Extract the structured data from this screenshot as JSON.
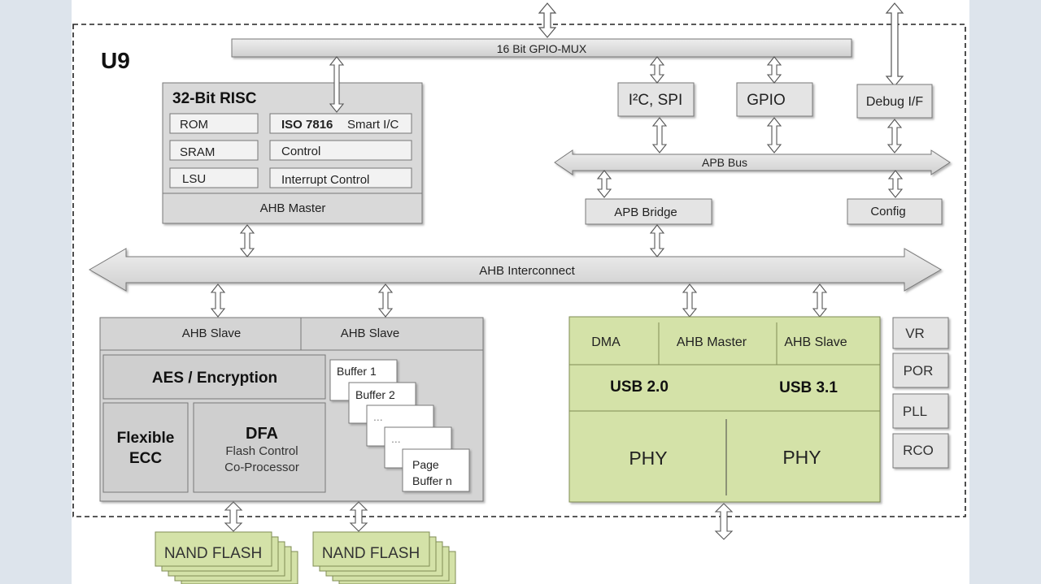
{
  "chip_label": "U9",
  "gpio_mux": "16 Bit GPIO-MUX",
  "risc": {
    "title": "32-Bit RISC",
    "rom": "ROM",
    "sram": "SRAM",
    "lsu": "LSU",
    "iso_bold": "ISO 7816",
    "iso_rest": "Smart I/C",
    "control": "Control",
    "interrupt": "Interrupt  Control",
    "ahb_master": "AHB Master"
  },
  "periph": {
    "i2c_spi": "I²C, SPI",
    "gpio": "GPIO",
    "debug": "Debug I/F",
    "apb_bus": "APB Bus",
    "apb_bridge": "APB Bridge",
    "config": "Config"
  },
  "interconnect": "AHB Interconnect",
  "flash_ctrl": {
    "slave1": "AHB Slave",
    "slave2": "AHB Slave",
    "aes": "AES / Encryption",
    "ecc_line1": "Flexible",
    "ecc_line2": "ECC",
    "dfa_title": "DFA",
    "dfa_line1": "Flash Control",
    "dfa_line2": "Co-Processor",
    "buffer1": "Buffer  1",
    "buffer2": "Buffer  2",
    "dots1": "...",
    "dots2": "...",
    "page_line1": "Page",
    "page_line2": "Buffer  n"
  },
  "usb": {
    "dma": "DMA",
    "ahb_master": "AHB Master",
    "ahb_slave": "AHB Slave",
    "usb2": "USB 2.0",
    "usb3": "USB 3.1",
    "phy1": "PHY",
    "phy2": "PHY"
  },
  "misc": {
    "vr": "VR",
    "por": "POR",
    "pll": "PLL",
    "rco": "RCO"
  },
  "nand1": "NAND FLASH",
  "nand2": "NAND FLASH"
}
